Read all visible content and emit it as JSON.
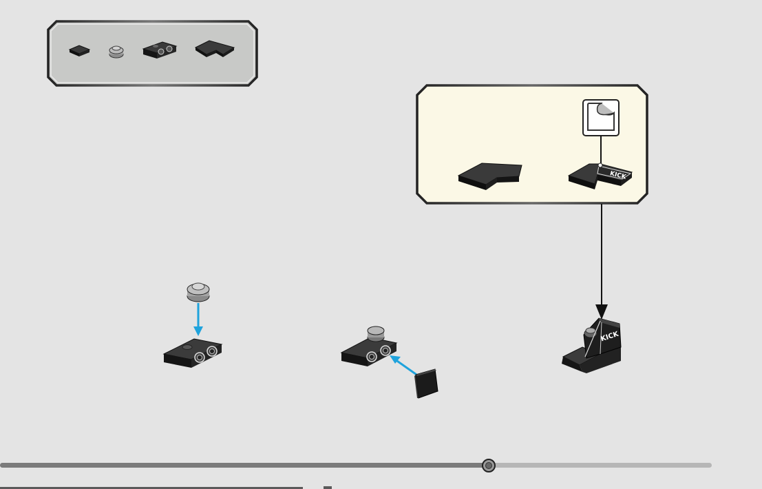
{
  "document": {
    "type": "building-instructions",
    "steps": [
      {
        "parts": [
          "round-plate-1x1",
          "bracket-1x2-black"
        ],
        "action": "press-down"
      },
      {
        "parts": [
          "bracket-assembly",
          "tile-1x1-black"
        ],
        "action": "push-sideways"
      },
      {
        "parts": [
          "sticker-tile",
          "bracket-assembly"
        ],
        "action": "attach-from-callout"
      }
    ]
  },
  "parts_panel": {
    "parts": [
      {
        "icon": "tile-1x1-black-icon"
      },
      {
        "icon": "round-plate-1x1-gray-icon"
      },
      {
        "icon": "bracket-1x2-black-icon"
      },
      {
        "icon": "corner-tile-black-icon"
      }
    ]
  },
  "sticker_callout": {
    "sticker_text": "KICK",
    "icons": [
      "sticker-sheet-icon",
      "corner-tile-black-icon",
      "stickered-corner-tile-icon"
    ],
    "background": "#fbf8e6"
  },
  "assembly": {
    "label_text": "KICK"
  },
  "progress": {
    "fraction": 0.64
  },
  "colors": {
    "background": "#e4e4e4",
    "panel_gray": "#c8c9c7",
    "callout_bg": "#fbf8e6",
    "arrow_blue": "#1fa3dc",
    "brick_black": "#1e1e1e",
    "track": "#7b7b7b",
    "track_light": "#b6b6b6"
  }
}
